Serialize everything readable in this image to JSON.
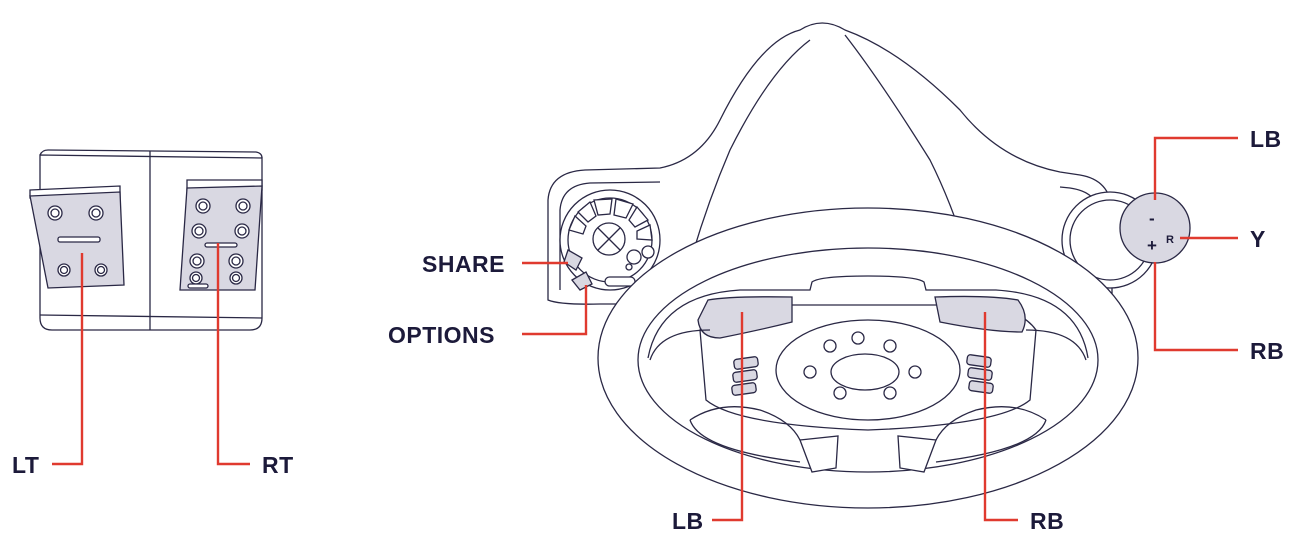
{
  "colors": {
    "outline": "#2a2845",
    "highlight_fill": "#d9d8e2",
    "callout_line": "#e03a2f",
    "label_text": "#1c1a3a"
  },
  "pedals": {
    "left_label": "LT",
    "right_label": "RT"
  },
  "wheel": {
    "share_label": "SHARE",
    "options_label": "OPTIONS",
    "left_paddle_label": "LB",
    "right_paddle_label": "RB"
  },
  "shifter": {
    "top_label": "LB",
    "side_label": "Y",
    "bottom_label": "RB",
    "minus_symbol": "-",
    "plus_symbol": "+",
    "r_symbol": "R"
  }
}
